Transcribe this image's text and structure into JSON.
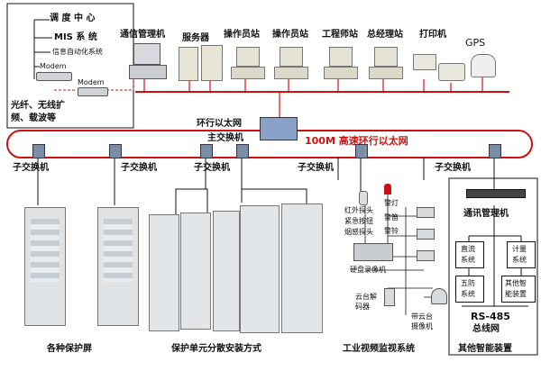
{
  "control_center": {
    "dispatch": "调 度 中 心",
    "mis": "MIS 系 统",
    "automation": "信息自动化系统",
    "modem_left": "Modem",
    "modem_right": "Modem",
    "link_line1": "光纤、无线扩",
    "link_line2": "频、载波等"
  },
  "top_devices": {
    "comm_manager": "通信管理机",
    "server": "服务器",
    "operator1": "操作员站",
    "operator2": "操作员站",
    "engineer": "工程师站",
    "manager": "总经理站",
    "printer": "打印机",
    "gps": "GPS"
  },
  "network": {
    "ring_ethernet": "环行以太网",
    "main_switch": "主交换机",
    "ring_title": "100M 高速环行以太网",
    "sub_switch": "子交换机"
  },
  "sections": {
    "protection_screens": "各种保护屏",
    "distributed_install": "保护单元分散安装方式",
    "video_monitoring": "工业视频监视系统",
    "other_intelligent": "其他智能装置"
  },
  "video": {
    "infrared": "红外探头",
    "emergency": "紧急按钮",
    "smoke": "烟感探头",
    "alarm1": "警灯",
    "alarm2": "警笛",
    "alarm3": "警铃",
    "dvr": "硬盘录像机",
    "ptz_decoder_1": "云台解",
    "ptz_decoder_2": "码器",
    "ptz_cam_1": "带云台",
    "ptz_cam_2": "摄像机"
  },
  "smart": {
    "comm_manager": "通讯管理机",
    "dc_1": "直流",
    "dc_2": "系统",
    "meter_1": "计量",
    "meter_2": "系统",
    "fire_1": "五防",
    "fire_2": "系统",
    "other_1": "其他智",
    "other_2": "能装置",
    "rs485": "RS-485",
    "bus": "总线网"
  },
  "colors": {
    "ring": "#d01010",
    "line": "#111111",
    "cabinet": "#dfe3e6",
    "server_beige": "#e8e4d6"
  }
}
